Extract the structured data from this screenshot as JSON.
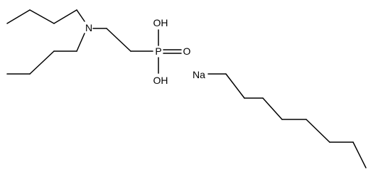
{
  "atom_labels": {
    "nitrogen": "N",
    "phosphorus": "P",
    "phosphoryl_oxygen": "O",
    "hydroxyl_top": "OH",
    "hydroxyl_bottom": "OH",
    "sodium": "Na"
  }
}
